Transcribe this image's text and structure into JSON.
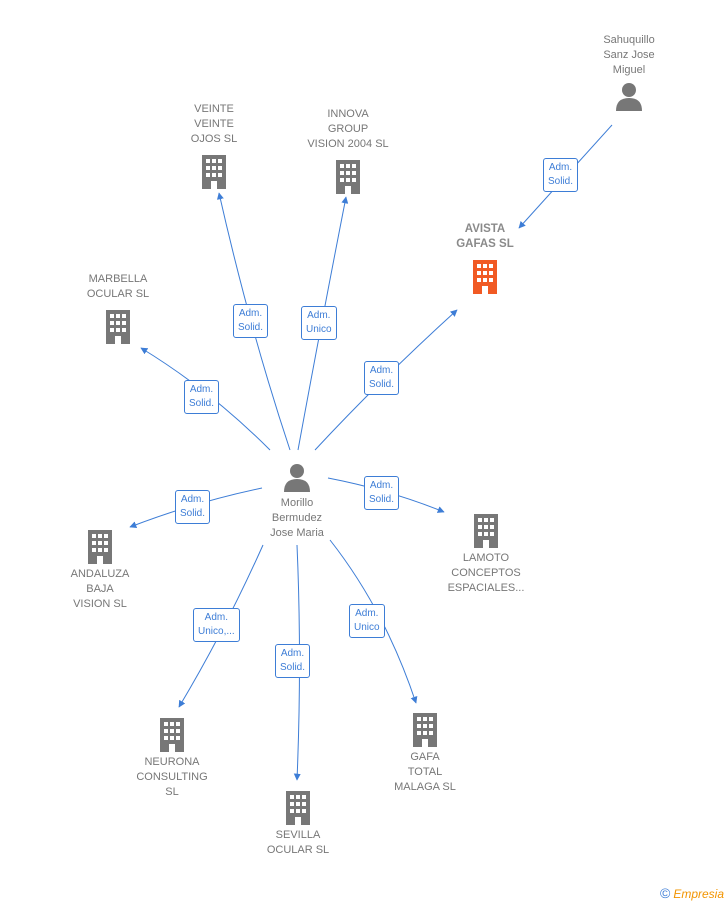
{
  "colors": {
    "edge": "#3d7dd6",
    "company": "#777777",
    "focus": "#f15a24",
    "person": "#777777"
  },
  "nodes": {
    "sahuquillo": {
      "label": "Sahuquillo\nSanz Jose\nMiguel",
      "type": "person"
    },
    "avista": {
      "label": "AVISTA\nGAFAS  SL",
      "type": "focus-company"
    },
    "veinte": {
      "label": "VEINTE\nVEINTE\nOJOS  SL",
      "type": "company"
    },
    "innova": {
      "label": "INNOVA\nGROUP\nVISION 2004 SL",
      "type": "company"
    },
    "marbella": {
      "label": "MARBELLA\nOCULAR  SL",
      "type": "company"
    },
    "morillo": {
      "label": "Morillo\nBermudez\nJose Maria",
      "type": "person"
    },
    "andaluza": {
      "label": "ANDALUZA\nBAJA\nVISION SL",
      "type": "company"
    },
    "lamoto": {
      "label": "LAMOTO\nCONCEPTOS\nESPACIALES...",
      "type": "company"
    },
    "neurona": {
      "label": "NEURONA\nCONSULTING\nSL",
      "type": "company"
    },
    "sevilla": {
      "label": "SEVILLA\nOCULAR  SL",
      "type": "company"
    },
    "gafa": {
      "label": "GAFA\nTOTAL\nMALAGA SL",
      "type": "company"
    }
  },
  "edges": {
    "sahuquillo_avista": "Adm.\nSolid.",
    "morillo_veinte": "Adm.\nSolid.",
    "morillo_innova": "Adm.\nUnico",
    "morillo_marbella": "Adm.\nSolid.",
    "morillo_avista": "Adm.\nSolid.",
    "morillo_andaluza": "Adm.\nSolid.",
    "morillo_lamoto": "Adm.\nSolid.",
    "morillo_neurona": "Adm.\nUnico,...",
    "morillo_sevilla": "Adm.\nSolid.",
    "morillo_gafa": "Adm.\nUnico"
  },
  "footer": {
    "copyright": "©",
    "brand": "Empresia"
  }
}
